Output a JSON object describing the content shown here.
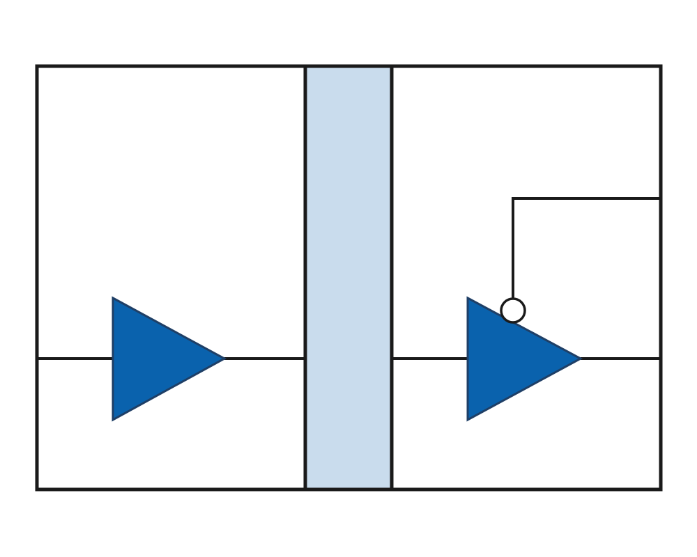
{
  "diagram": {
    "colors": {
      "background": "#ffffff",
      "outline": "#1a1a1a",
      "barrier_fill": "#c9dced",
      "buffer_fill": "#0a62ad",
      "buffer_stroke": "#1f3f66",
      "enable_bubble_fill": "#ffffff"
    },
    "components": [
      {
        "name": "outer-frame",
        "kind": "rectangle"
      },
      {
        "name": "isolation-barrier",
        "kind": "rectangle"
      },
      {
        "name": "input-buffer",
        "kind": "buffer"
      },
      {
        "name": "output-tristate-buffer",
        "kind": "buffer-with-enable"
      },
      {
        "name": "enable-signal-wire",
        "kind": "wire"
      },
      {
        "name": "input-signal-wire",
        "kind": "wire"
      },
      {
        "name": "output-signal-wire",
        "kind": "wire"
      }
    ]
  }
}
